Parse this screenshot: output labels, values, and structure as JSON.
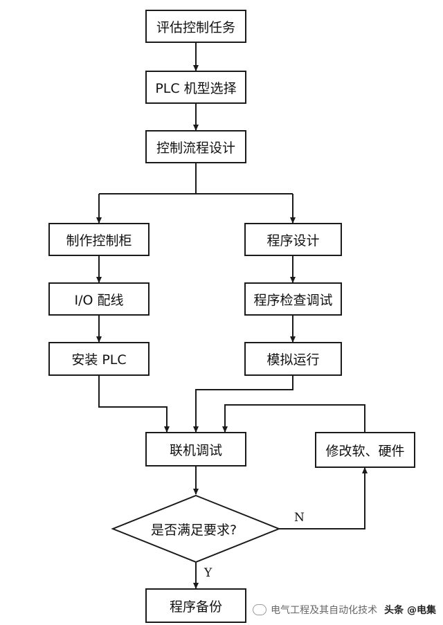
{
  "flowchart": {
    "nodes": {
      "evaluate_task": "评估控制任务",
      "plc_selection": "PLC 机型选择",
      "flow_design": "控制流程设计",
      "build_cabinet": "制作控制柜",
      "io_wiring": "I/O 配线",
      "install_plc": "安装 PLC",
      "program_design": "程序设计",
      "program_check": "程序检查调试",
      "simulation": "模拟运行",
      "joint_debug": "联机调试",
      "modify": "修改软、硬件",
      "decision": "是否满足要求?",
      "backup": "程序备份"
    },
    "edge_labels": {
      "no": "N",
      "yes": "Y"
    }
  },
  "watermark": {
    "source": "电气工程及其自动化技术",
    "brand": "头条 @电集"
  }
}
